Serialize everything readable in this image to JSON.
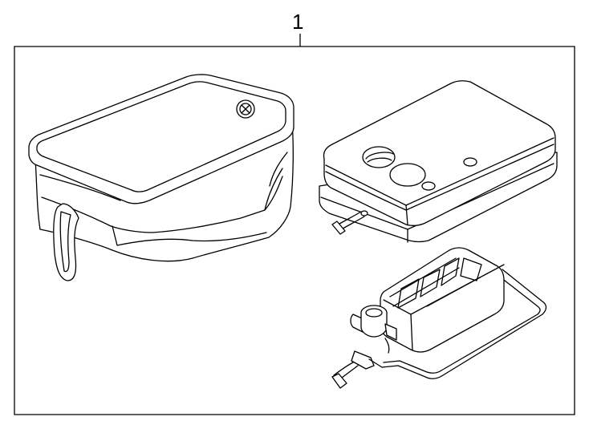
{
  "diagram": {
    "callout_number": "1",
    "components": [
      {
        "id": "storage-bag",
        "icon": "storage-bag-icon"
      },
      {
        "id": "air-compressor",
        "icon": "compressor-icon"
      },
      {
        "id": "sealant-bottle",
        "icon": "sealant-bottle-icon"
      }
    ],
    "colors": {
      "line": "#000000",
      "background": "#ffffff"
    }
  }
}
